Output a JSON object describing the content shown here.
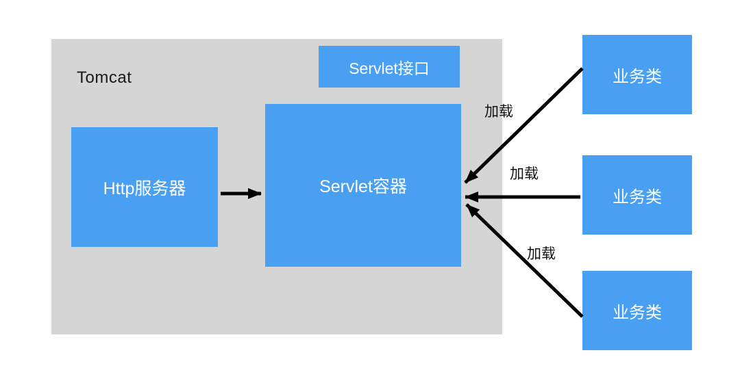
{
  "diagram": {
    "title_label": "Tomcat",
    "tomcat": {
      "label": "Tomcat",
      "http_server_label": "Http服务器",
      "servlet_interface_label": "Servlet接口",
      "servlet_container_label": "Servlet容器"
    },
    "business_classes": [
      {
        "label": "业务类"
      },
      {
        "label": "业务类"
      },
      {
        "label": "业务类"
      }
    ],
    "load_labels": [
      "加载",
      "加载",
      "加载"
    ],
    "arrows": [
      {
        "name": "http-server-to-servlet-container",
        "label": ""
      },
      {
        "name": "business-class-1-to-servlet-container",
        "label": "加载"
      },
      {
        "name": "business-class-2-to-servlet-container",
        "label": "加载"
      },
      {
        "name": "business-class-3-to-servlet-container",
        "label": "加载"
      }
    ],
    "colors": {
      "box_blue": "#49a0f2",
      "container_gray": "#d5d5d5",
      "arrow_black": "#000000",
      "box_text_white": "#ffffff",
      "label_text_black": "#1a1a1a",
      "page_background": "#ffffff"
    }
  }
}
